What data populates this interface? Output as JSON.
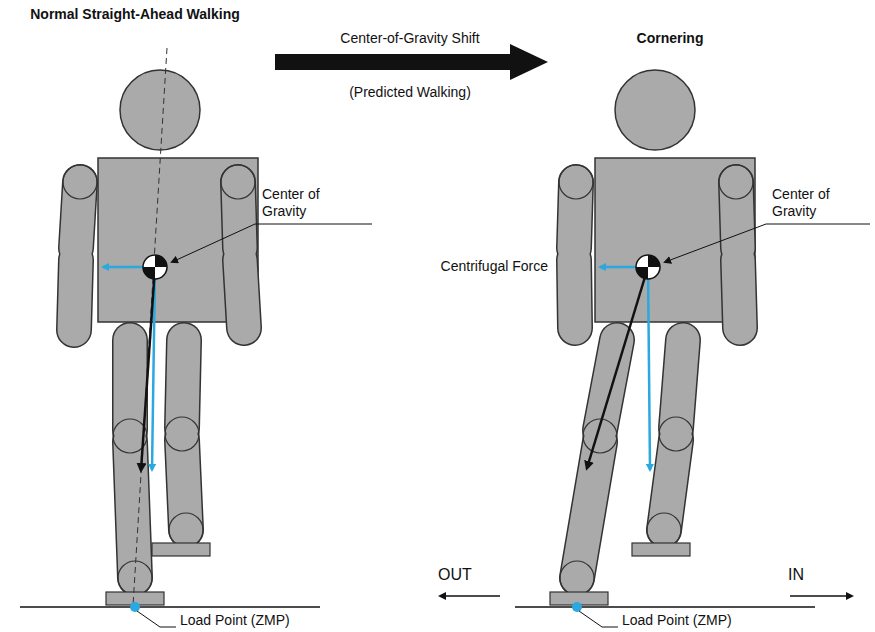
{
  "diagram": {
    "labels": [
      "Normal Straight-Ahead Walking",
      "Cornering",
      "Center-of-Gravity Shift",
      "(Predicted Walking)",
      "Center of Gravity",
      "Center of Gravity",
      "Centrifugal Force",
      "OUT",
      "IN",
      "Load Point (ZMP)",
      "Load Point (ZMP)"
    ]
  }
}
